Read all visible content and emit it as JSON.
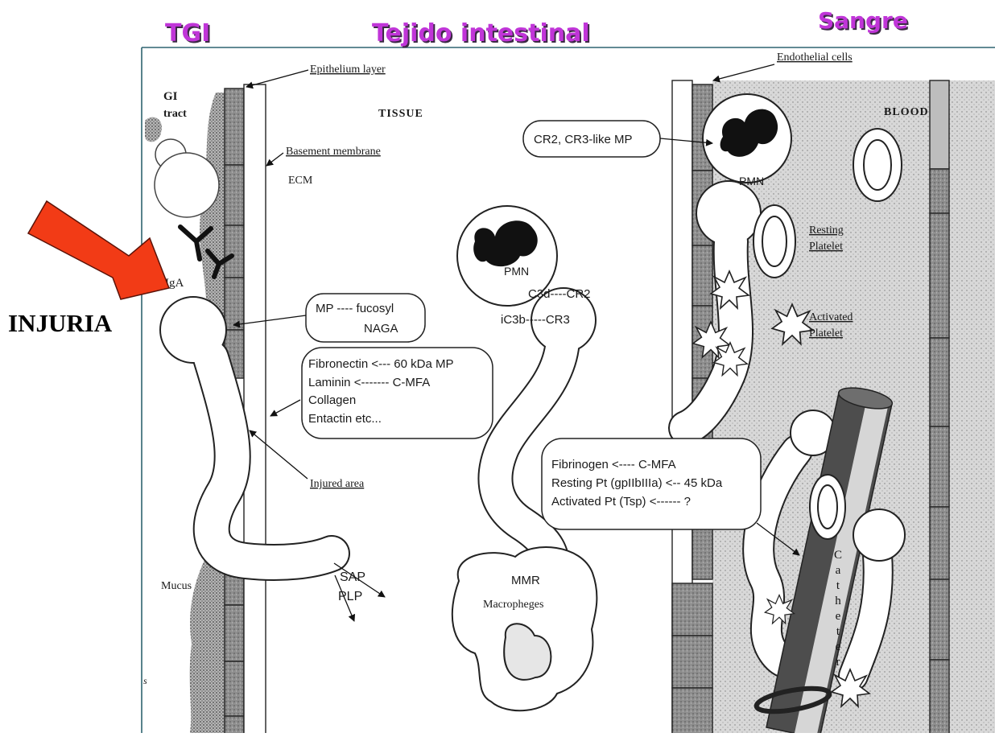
{
  "headers": {
    "tgi": "TGI",
    "tejido": "Tejido intestinal",
    "sangre": "Sangre"
  },
  "injury_label": "INJURIA",
  "colors": {
    "title": "#c035d8",
    "arrow": "#f23b16",
    "frame": "#2e6470"
  },
  "labels": {
    "epithelium_layer": "Epithelium layer",
    "gi": "GI",
    "tract": "tract",
    "tissue": "TISSUE",
    "basement_membrane": "Basement membrane",
    "ecm": "ECM",
    "iga": "IgA",
    "mucus": "Mucus",
    "injured_area": "Injured area",
    "sap": "SAP",
    "plp": "PLP",
    "page_mark": "s",
    "pmn_tissue": "PMN",
    "c3d_cr2": "C3d----CR2",
    "ic3b_cr3": "iC3b-----CR3",
    "mmr": "MMR",
    "macrophages": "Macropheges",
    "endothelial_cells": "Endothelial cells",
    "pmn_blood": "PMN",
    "blood": "BLOOD",
    "resting_platelet": [
      "Resting",
      "Platelet"
    ],
    "activated_platelet": [
      "Activated",
      "Platelet"
    ],
    "catheter": "Catheter"
  },
  "boxes": {
    "mp_fucosyl": [
      "MP ---- fucosyl",
      "NAGA"
    ],
    "ecm_ligands": [
      "Fibronectin <--- 60 kDa MP",
      "Laminin <------- C-MFA",
      "Collagen",
      "Entactin etc..."
    ],
    "cr_like_mp": "CR2, CR3-like MP",
    "blood_ligands": [
      "Fibrinogen <---- C-MFA",
      "Resting Pt (gpIIbIIIa) <-- 45 kDa",
      "Activated Pt (Tsp) <------ ?"
    ]
  }
}
